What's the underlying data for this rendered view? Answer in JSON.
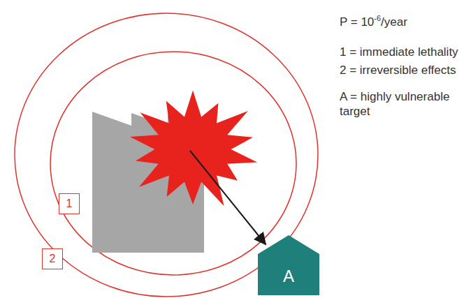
{
  "diagram": {
    "nodes": [
      {
        "text": [
          "1"
        ]
      },
      {
        "text": [
          "2"
        ]
      },
      {
        "text": [
          "A"
        ]
      }
    ],
    "labels": [
      "P = 10",
      "-6",
      "/year",
      "1 = immediate lethality",
      "2 = irreversible effects",
      "A = highly vulnerable target"
    ]
  }
}
